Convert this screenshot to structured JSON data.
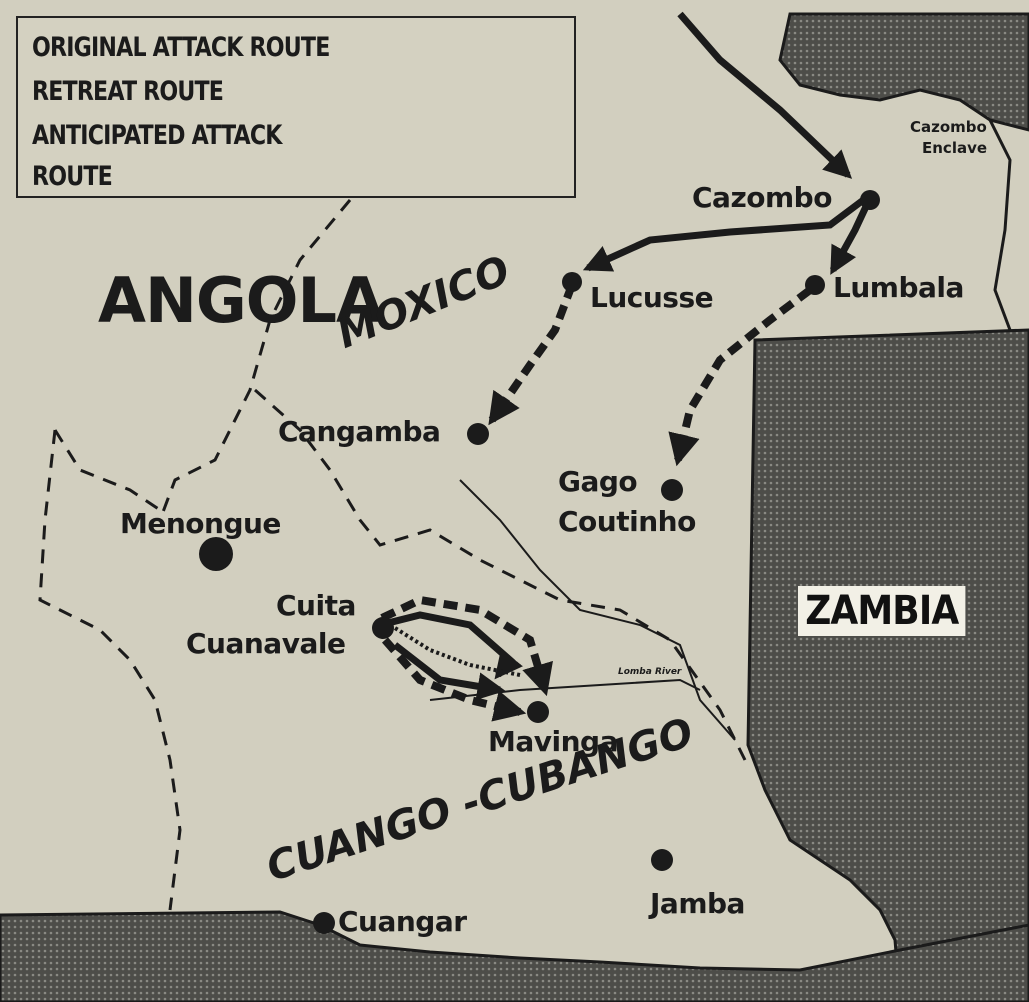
{
  "legend": {
    "original": "ORIGINAL ATTACK ROUTE",
    "retreat": "RETREAT ROUTE",
    "anticipated_1": "ANTICIPATED ATTACK",
    "anticipated_2": "ROUTE"
  },
  "regions": {
    "angola": "ANGOLA",
    "moxico": "MOXICO",
    "cuango": "CUANGO -CUBANGO",
    "zambia": "ZAMBIA",
    "enclave_1": "Cazombo",
    "enclave_2": "Enclave"
  },
  "places": {
    "cazombo": "Cazombo",
    "lucusse": "Lucusse",
    "lumbala": "Lumbala",
    "cangamba": "Cangamba",
    "gago_1": "Gago",
    "gago_2": "Coutinho",
    "menongue": "Menongue",
    "cuita_1": "Cuita",
    "cuita_2": "Cuanavale",
    "mavinga": "Mavinga",
    "jamba": "Jamba",
    "cuangar": "Cuangar"
  },
  "river": "Lomba River",
  "colors": {
    "paper": "#d2cfbf",
    "ink": "#1b1b1b",
    "zambia_fill": "#5a5a56",
    "zambia_label_bg": "#f2f0e6"
  }
}
